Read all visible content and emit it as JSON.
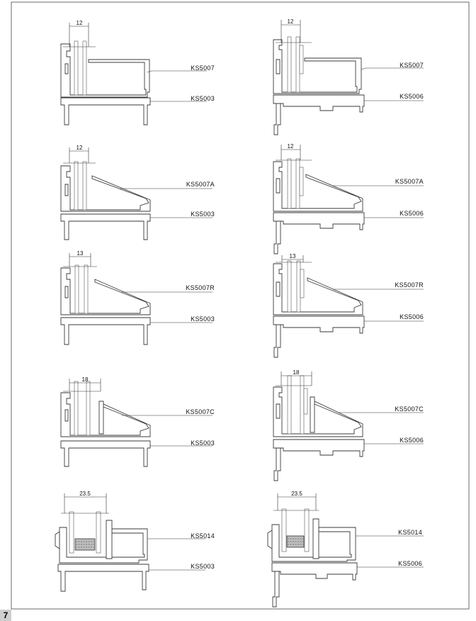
{
  "page_number": "7",
  "drawings": [
    {
      "dim": "12",
      "top": "KS5007",
      "bottom": "KS5003"
    },
    {
      "dim": "12",
      "top": "KS5007",
      "bottom": "KS5006"
    },
    {
      "dim": "12",
      "top": "KS5007A",
      "bottom": "KS5003"
    },
    {
      "dim": "12",
      "top": "KS5007A",
      "bottom": "KS5006"
    },
    {
      "dim": "13",
      "top": "KS5007R",
      "bottom": "KS5003"
    },
    {
      "dim": "13",
      "top": "KS5007R",
      "bottom": "KS5006"
    },
    {
      "dim": "18",
      "top": "KS5007C",
      "bottom": "KS5003"
    },
    {
      "dim": "18",
      "top": "KS5007C",
      "bottom": "KS5006"
    },
    {
      "dim": "23.5",
      "top": "KS5014",
      "bottom": "KS5003"
    },
    {
      "dim": "23.5",
      "top": "KS5014",
      "bottom": "KS5006"
    }
  ]
}
